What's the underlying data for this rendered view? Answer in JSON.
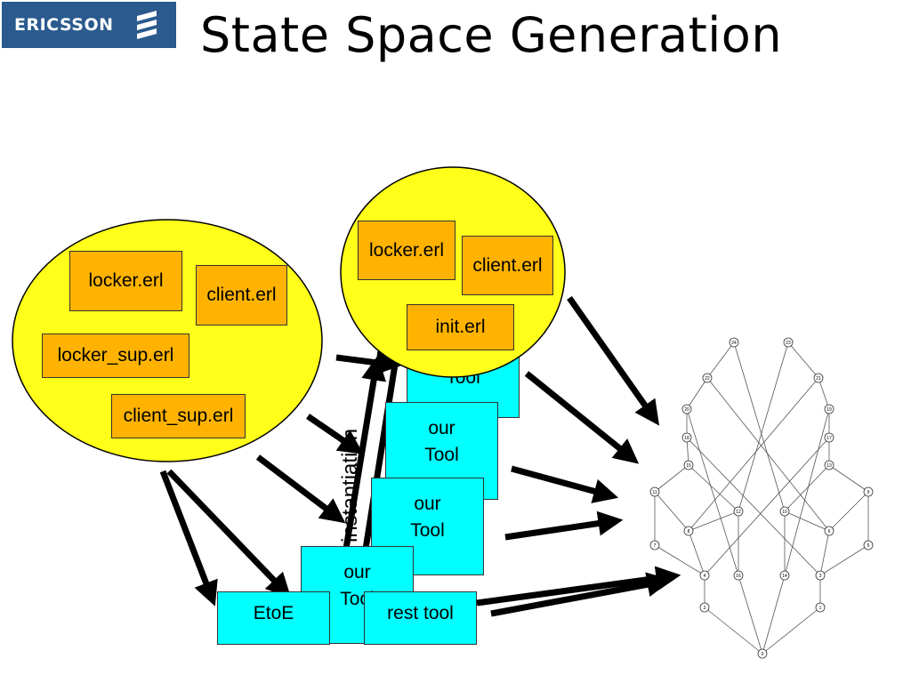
{
  "title": "State Space Generation",
  "logo": {
    "text": "ERICSSON"
  },
  "left_cluster": {
    "files": [
      "locker.erl",
      "client.erl",
      "locker_sup.erl",
      "client_sup.erl"
    ]
  },
  "right_cluster": {
    "files": [
      "locker.erl",
      "client.erl",
      "init.erl"
    ]
  },
  "tool_stack": {
    "tools": [
      {
        "line1": "our",
        "line2": "Tool"
      },
      {
        "line1": "our",
        "line2": "Tool"
      },
      {
        "line1": "our",
        "line2": "Tool"
      },
      {
        "line1": "our",
        "line2": "Tool"
      }
    ]
  },
  "etoe": "EtoE",
  "rest_tool": "rest tool",
  "instantiation": "instantiation",
  "colors": {
    "yellow": "#ffff1a",
    "orange": "#ffb300",
    "cyan": "#00ffff",
    "logo_blue": "#2a5a8e"
  },
  "state_graph": {
    "nodes": [
      "24",
      "23",
      "22",
      "21",
      "20",
      "19",
      "18",
      "17",
      "15",
      "13",
      "11",
      "9",
      "12",
      "10",
      "8",
      "6",
      "7",
      "5",
      "4",
      "16",
      "14",
      "3",
      "2",
      "1",
      "0"
    ]
  }
}
